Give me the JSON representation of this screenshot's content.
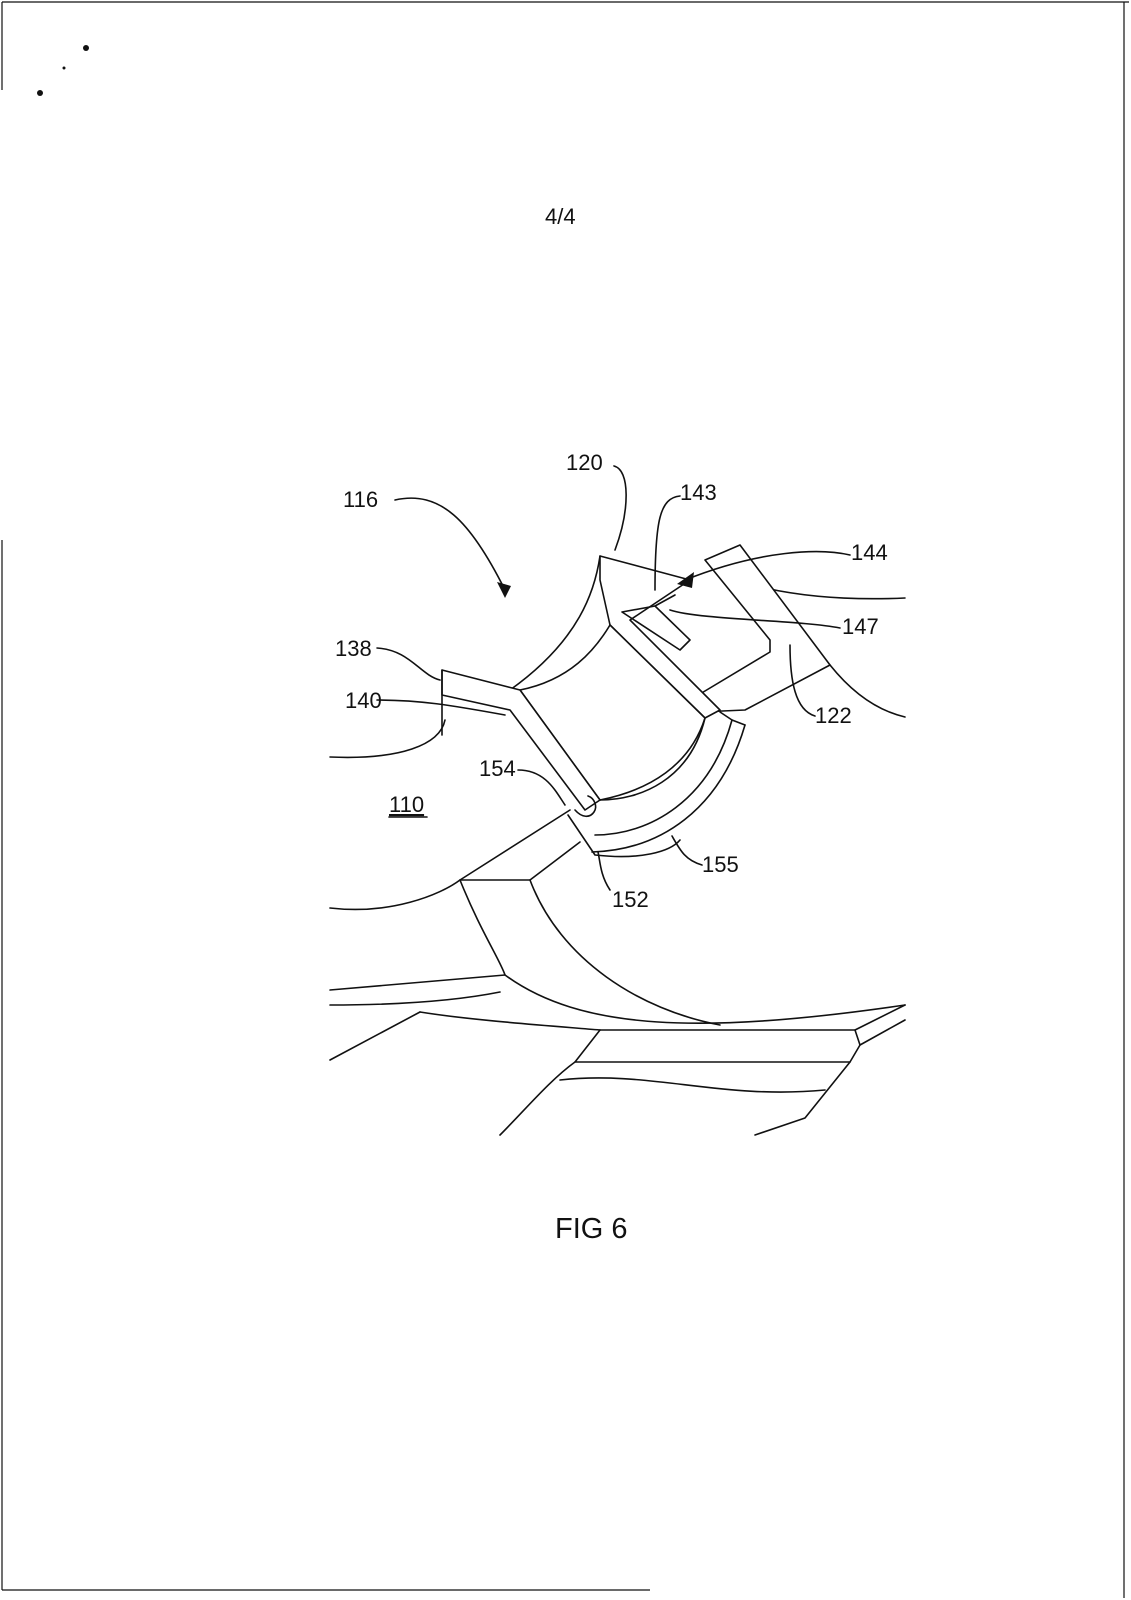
{
  "page": {
    "page_number": "4/4",
    "caption": "FIG 6"
  },
  "labels": {
    "l110": "110",
    "l116": "116",
    "l120": "120",
    "l122": "122",
    "l138": "138",
    "l140": "140",
    "l143": "143",
    "l144": "144",
    "l147": "147",
    "l152": "152",
    "l154": "154",
    "l155": "155"
  }
}
